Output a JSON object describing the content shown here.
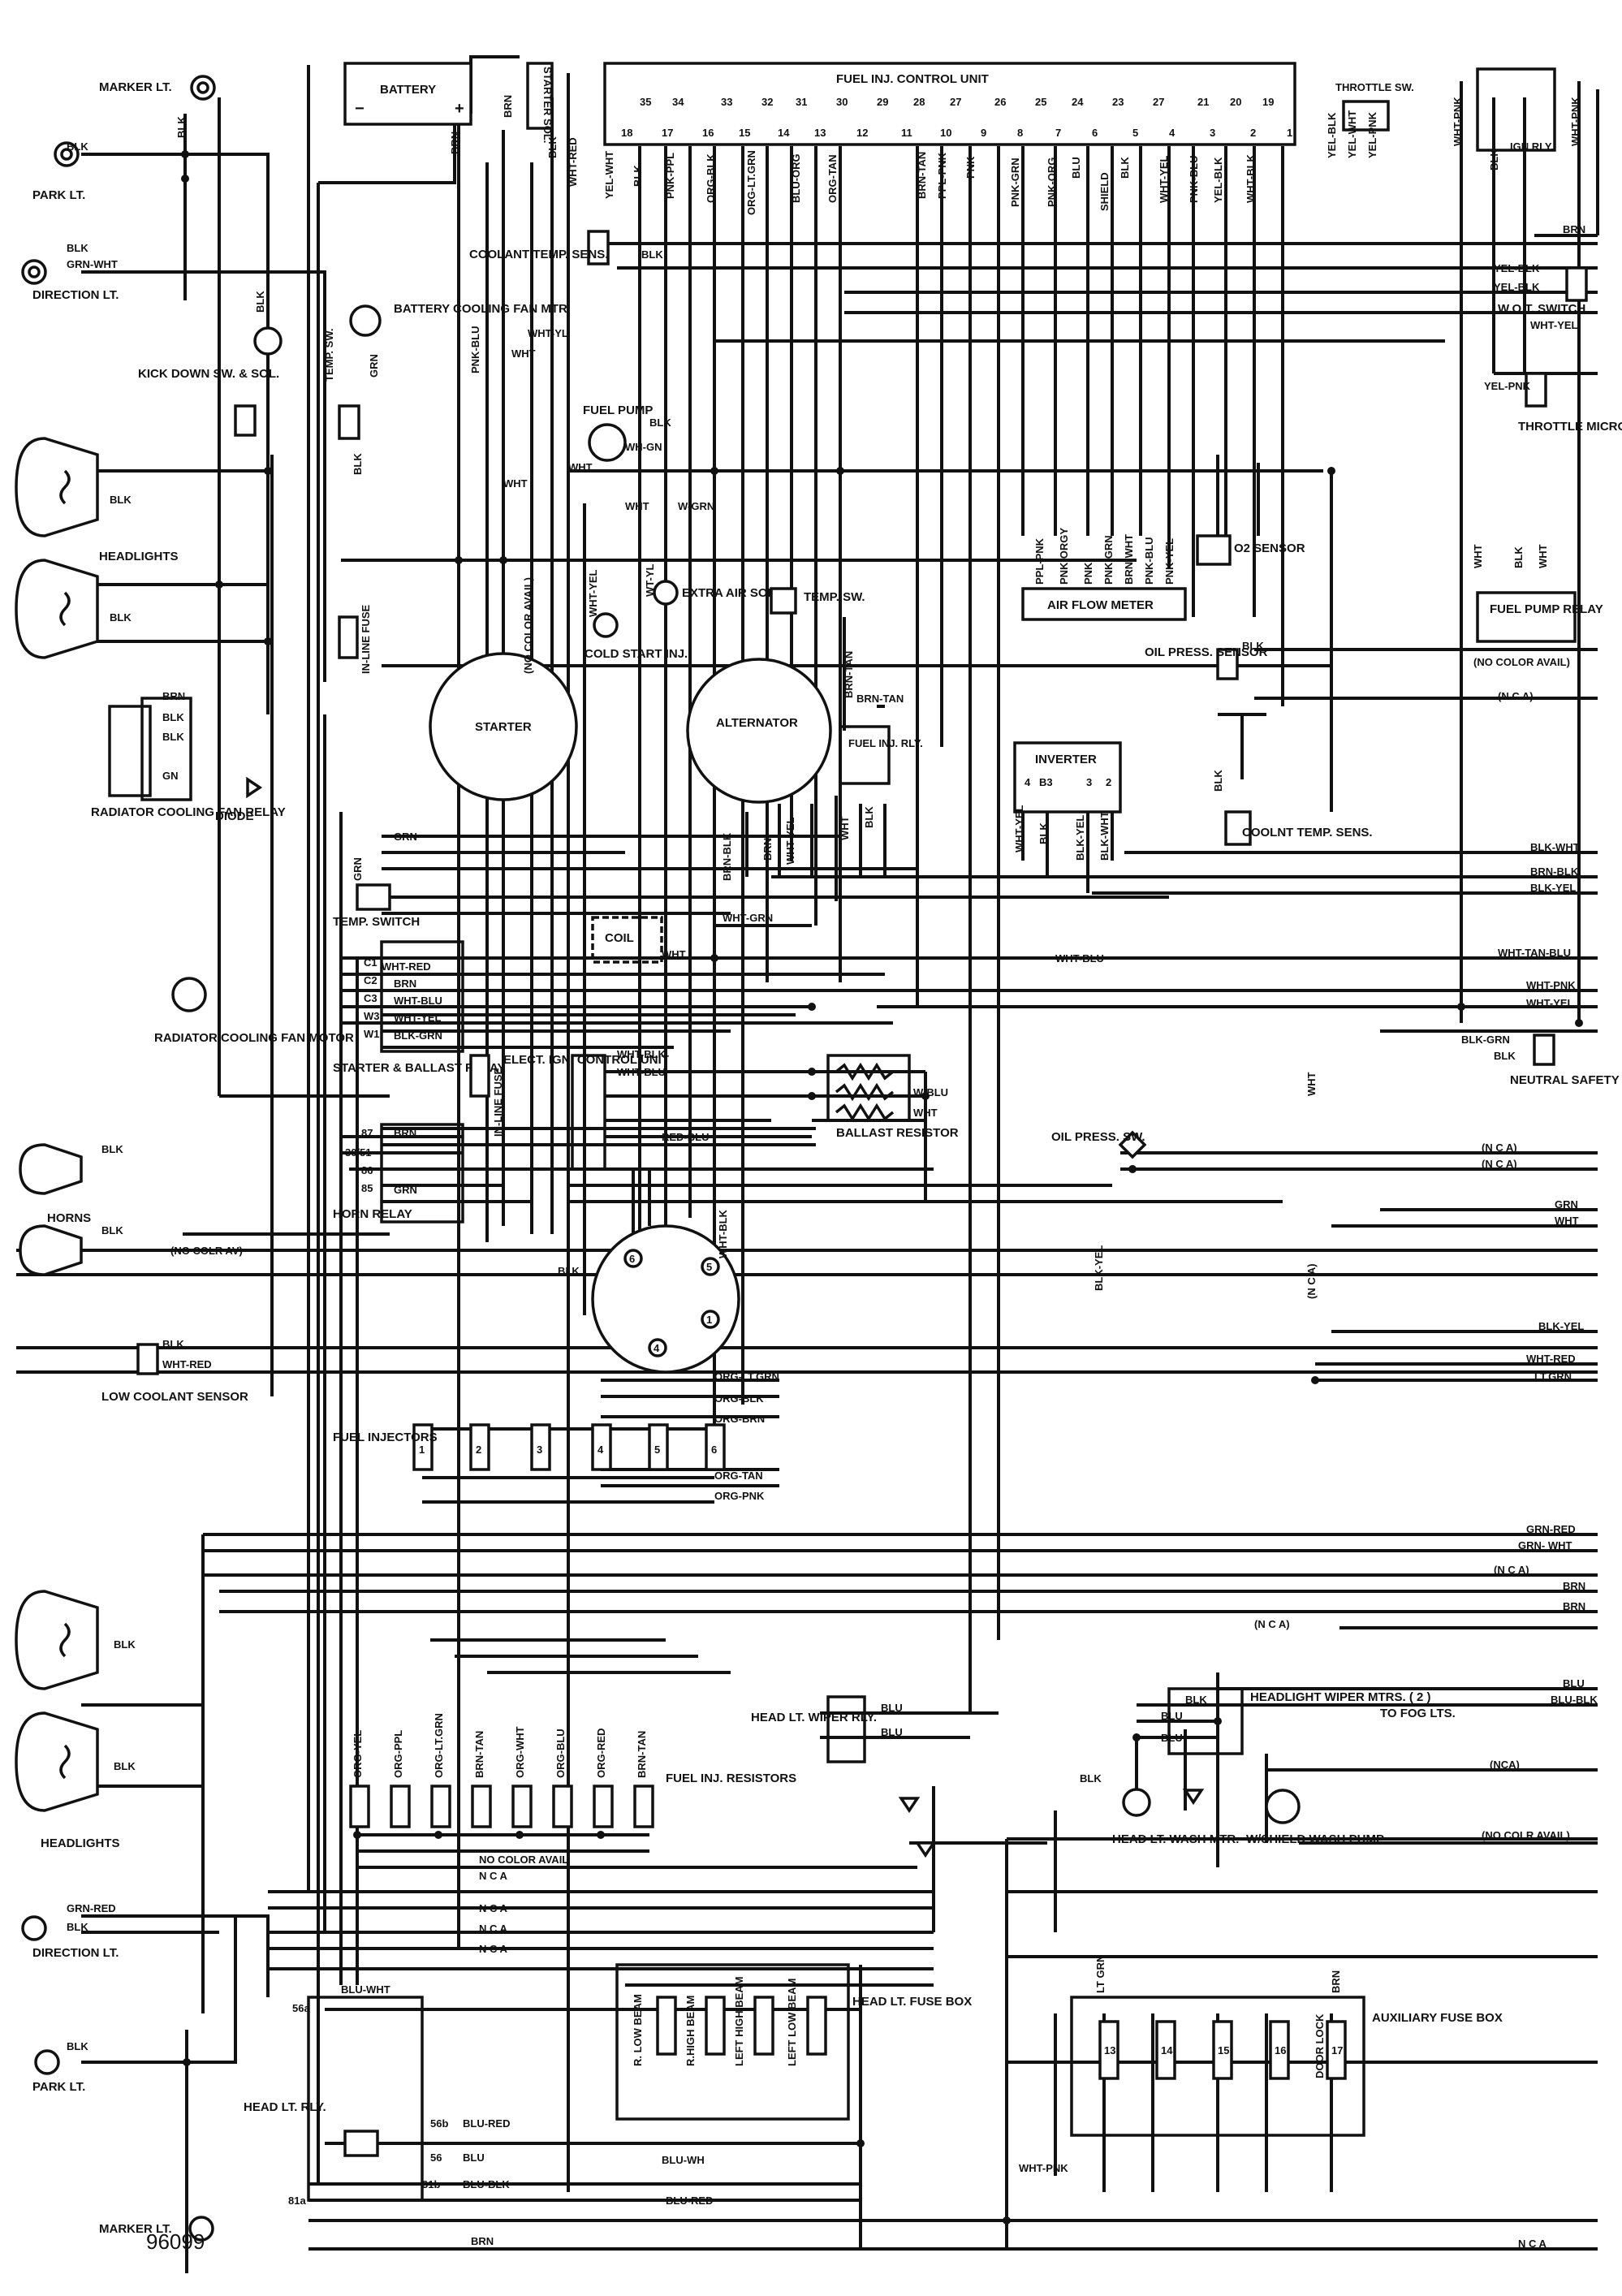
{
  "diagram_id": "96099",
  "components": {
    "marker_lt_top": "MARKER LT.",
    "park_lt_top": "PARK LT.",
    "direction_lt_top": "DIRECTION LT.",
    "kick_down": "KICK DOWN SW. & SOL.",
    "headlights_top": "HEADLIGHTS",
    "radiator_fan_relay": "RADIATOR COOLING FAN RELAY",
    "diode": "DIODE",
    "radiator_fan_motor": "RADIATOR COOLING FAN MOTOR",
    "horns": "HORNS",
    "low_coolant": "LOW COOLANT SENSOR",
    "headlights_bottom": "HEADLIGHTS",
    "direction_lt_bottom": "DIRECTION LT.",
    "park_lt_bottom": "PARK LT.",
    "marker_lt_bottom": "MARKER LT.",
    "battery": "BATTERY",
    "starter_sol": "STARTER SOL.",
    "coolant_temp_sens": "COOLANT TEMP. SENS.",
    "battery_fan": "BATTERY COOLING FAN MTR.",
    "temp_sw_left": "TEMP. SW.",
    "inline_fuse_top": "IN-LINE FUSE",
    "starter": "STARTER",
    "temp_switch": "TEMP. SWITCH",
    "starter_ballast_relay": "STARTER & BALLAST RELAY",
    "inline_fuse_mid": "IN-LINE FUSE",
    "horn_relay": "HORN RELAY",
    "fuel_injectors": "FUEL INJECTORS",
    "fuel_inj_resistors": "FUEL INJ. RESISTORS",
    "head_lt_rly": "HEAD LT. RLY.",
    "fuel_inj_control_unit": "FUEL INJ. CONTROL UNIT",
    "fuel_pump": "FUEL PUMP",
    "extra_air_sol": "EXTRA AIR SOL.",
    "temp_sw_mid": "TEMP. SW.",
    "cold_start_inj": "COLD START INJ.",
    "alternator": "ALTERNATOR",
    "fuel_inj_rly": "FUEL INJ. RLY.",
    "coil": "COIL",
    "elect_ign_control": "ELECT. IGN. CONTROL UNIT",
    "ballast_resistor": "BALLAST RESISTOR",
    "head_lt_wiper_rly": "HEAD LT. WIPER RLY.",
    "head_lt_fuse_box": "HEAD LT. FUSE BOX",
    "throttle_sw": "THROTTLE SW.",
    "ign_rly": "IGN RLY.",
    "wot_switch": "W.O.T. SWITCH",
    "throttle_micro": "THROTTLE MICRO SW.",
    "o2_sensor": "O2 SENSOR",
    "air_flow_meter": "AIR FLOW METER",
    "fuel_pump_relay": "FUEL PUMP RELAY",
    "oil_press_sensor": "OIL PRESS. SENSOR",
    "inverter": "INVERTER",
    "coolnt_temp_sens": "COOLNT TEMP. SENS.",
    "neutral_safety": "NEUTRAL SAFETY SW.",
    "oil_press_sw": "OIL PRESS. SW.",
    "headlight_wiper_mtrs": "HEADLIGHT WIPER MTRS. ( 2 )",
    "to_fog_lts": "TO FOG LTS.",
    "head_lt_wash_mtr": "HEAD LT. WASH MTR.",
    "wshield_wash_pump": "W/SHIELD WASH PUMP",
    "auxiliary_fuse_box": "AUXILIARY FUSE BOX",
    "door_lock": "DOOR LOCK",
    "r_low_beam": "R. LOW BEAM",
    "r_high_beam": "R.HIGH BEAM",
    "left_high_beam": "LEFT HIGH BEAM",
    "left_low_beam": "LEFT LOW BEAM"
  },
  "wire_colors": {
    "blk": "BLK",
    "brn": "BRN",
    "grn": "GRN",
    "gn": "GN",
    "wht": "WHT",
    "blu": "BLU",
    "grn_wht": "GRN-WHT",
    "grn_red": "GRN-RED",
    "wht_yl": "WHT-YL",
    "wht_yel": "WHT-YEL",
    "wht_red": "WHT-RED",
    "wht_blu": "WHT-BLU",
    "wht_blk": "WHT-BLK",
    "wht_grn": "WHT-GRN",
    "w_grn": "W-GRN",
    "wh_gn": "WH-GN",
    "w_blu": "W-BLU",
    "wt_yl": "WT-YL",
    "blk_grn": "BLK-GRN",
    "blk_wht": "BLK-WHT",
    "blk_yel": "BLK-YEL",
    "red_blu": "RED-BLU",
    "brn_tan": "BRN-TAN",
    "brn_blk": "BRN-BLK",
    "wht_tan_blu": "WHT-TAN-BLU",
    "wht_pnk": "WHT-PNK",
    "yel_blk": "YEL-BLK",
    "yel_pnk": "YEL-PNK",
    "yel_wht": "YEL-WHT",
    "lt_grn": "LT.GRN",
    "lt_grn2": "LT GRN",
    "blu_blk": "BLU-BLK",
    "blu_red": "BLU-RED",
    "blu_wht": "BLU-WHT",
    "blu_wh": "BLU-WH",
    "pnk_blu": "PNK-BLU",
    "org_lt_grn": "ORG-LT.GRN",
    "org_blk": "ORG-BLK",
    "org_brn": "ORG-BRN",
    "org_tan": "ORG-TAN",
    "org_pnk": "ORG-PNK",
    "org_yel": "ORG-YEL",
    "org_ppl": "ORG-PPL",
    "org_wht": "ORG-WHT",
    "org_blu": "ORG-BLU",
    "org_red": "ORG-RED",
    "no_color_avail": "NO COLOR AVAIL",
    "no_color_avail_p": "(NO COLOR AVAIL)",
    "no_colr_av": "(NO COLR AV)",
    "no_colr_avail": "(NO COLR AVAIL)",
    "nca": "N C A",
    "nca_p": "(N C A)",
    "nca_b": "(NCA)",
    "shield": "SHIELD"
  },
  "ecu_pins": {
    "top": [
      "35",
      "34",
      "33",
      "32",
      "31",
      "30",
      "29",
      "28",
      "27",
      "26",
      "25",
      "24",
      "23",
      "27",
      "21",
      "20",
      "19"
    ],
    "bottom": [
      "18",
      "17",
      "16",
      "15",
      "14",
      "13",
      "12",
      "11",
      "10",
      "9",
      "8",
      "7",
      "6",
      "5",
      "4",
      "3",
      "2",
      "1"
    ],
    "wires": [
      "YEL-WHT",
      "BLK",
      "PNK-PPL",
      "ORG-BLK",
      "ORG-LT.GRN",
      "BLU-ORG",
      "ORG-TAN",
      "BRN-TAN",
      "PPL-PNK",
      "PNK",
      "PNK-GRN",
      "PNK-ORG",
      "BLU",
      "SHIELD",
      "BLK",
      "WHT-YEL",
      "YEL-PNK",
      "PNK-BLU",
      "YEL-BLK",
      "WHT-BLK",
      "ORG-BRN",
      "ORG-WHT"
    ]
  },
  "air_flow_wires": [
    "PPL-PNK",
    "PNK-ORGY",
    "PNK",
    "PNK-GRN",
    "BRN-WHT",
    "PNK-BLU",
    "PNK-YEL"
  ],
  "relay_terminals": {
    "c1": "C1",
    "c2": "C2",
    "c3": "C3",
    "w3": "W3",
    "w1": "W1",
    "t87": "87",
    "t30": "30/51",
    "t86": "86",
    "t85": "85",
    "t56a": "56a",
    "t56b": "56b",
    "t56": "56",
    "t31b": "31b",
    "t81a": "81a",
    "inv4": "4",
    "invB3": "B3",
    "inv3": "3",
    "inv2": "2"
  },
  "injector_numbers": [
    "1",
    "2",
    "3",
    "4",
    "5",
    "6"
  ],
  "distributor_numbers": [
    "6",
    "5",
    "1",
    "4"
  ],
  "aux_fuse_numbers": [
    "13",
    "14",
    "15",
    "16",
    "17"
  ],
  "right_edge_labels": [
    "BRN",
    "YEL-BLK",
    "YEL-BLK",
    "WHT-YEL",
    "YEL-PNK",
    "(NO COLOR AVAIL)",
    "(N C A)",
    "BLK-WHT",
    "BRN-BLK",
    "BLK-YEL",
    "WHT-TAN-BLU",
    "WHT-PNK",
    "WHT-YEL",
    "(N C A)",
    "(N C A)",
    "GRN",
    "WHT",
    "BLK-YEL",
    "WHT-RED",
    "LT.GRN",
    "GRN-RED",
    "GRN- WHT",
    "(N C A)",
    "BRN",
    "BRN",
    "BLU",
    "BLU-BLK",
    "(NCA)",
    "(NO COLR AVAIL)",
    "N C A"
  ]
}
